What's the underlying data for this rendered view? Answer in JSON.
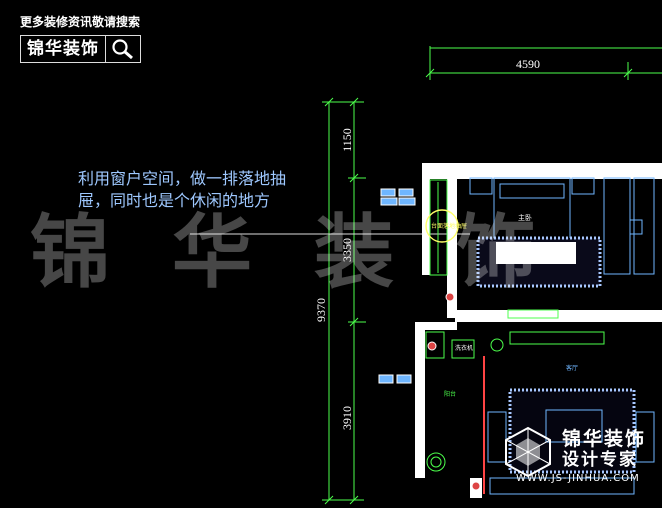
{
  "header": {
    "note": "更多装修资讯敬请搜索",
    "search_brand": "锦华装饰"
  },
  "annotation": "利用窗户空间，做一排落地抽屉，同时也是个休闲的地方",
  "watermark": "锦华装饰",
  "dimensions": {
    "top_width": "4590",
    "seg_top": "1150",
    "seg_middle": "3350",
    "total": "9370",
    "seg_bottom": "3910"
  },
  "room_labels": {
    "bedroom": "主卧",
    "bay_window": "台面落地抽屉",
    "laundry": "洗衣机",
    "balcony": "阳台",
    "living": "客厅"
  },
  "brand": {
    "name": "锦华装饰",
    "slogan": "设计专家",
    "url": "WWW.JS-JINHUA.COM"
  }
}
